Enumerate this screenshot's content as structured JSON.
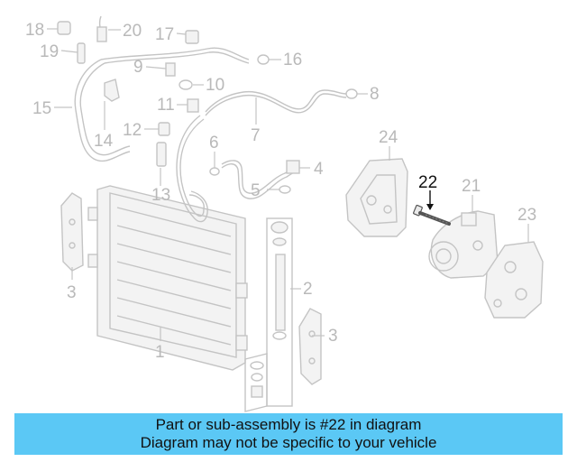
{
  "labels": {
    "p1": "1",
    "p2": "2",
    "p3a": "3",
    "p3b": "3",
    "p4": "4",
    "p5": "5",
    "p6": "6",
    "p7": "7",
    "p8": "8",
    "p9": "9",
    "p10": "10",
    "p11": "11",
    "p12": "12",
    "p13": "13",
    "p14": "14",
    "p15": "15",
    "p16": "16",
    "p17": "17",
    "p18": "18",
    "p19": "19",
    "p20": "20",
    "p21": "21",
    "p22": "22",
    "p23": "23",
    "p24": "24"
  },
  "highlighted_part": "22",
  "colors": {
    "highlight": "#111111",
    "faded": "#b9b9b9",
    "banner": "#5bc8f5"
  },
  "banner": {
    "line1": "Part or sub-assembly is #22 in diagram",
    "line2": "Diagram may not be specific to your vehicle"
  }
}
